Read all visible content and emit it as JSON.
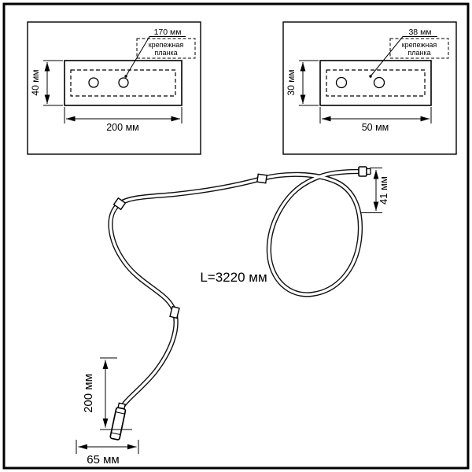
{
  "colors": {
    "line": "#000000",
    "cable": "#111111",
    "background": "#ffffff"
  },
  "detail_left": {
    "height_label": "40 мм",
    "width_label": "200 мм",
    "callout_value": "170 мм",
    "callout_name_line1": "крепежная",
    "callout_name_line2": "планка"
  },
  "detail_right": {
    "height_label": "30 мм",
    "width_label": "50 мм",
    "callout_value": "38 мм",
    "callout_name_line1": "крепежная",
    "callout_name_line2": "планка"
  },
  "cable": {
    "length_label": "L=3220 мм",
    "drop_label": "41 мм",
    "lamp_height_label": "200 мм",
    "base_width_label": "65 мм"
  }
}
